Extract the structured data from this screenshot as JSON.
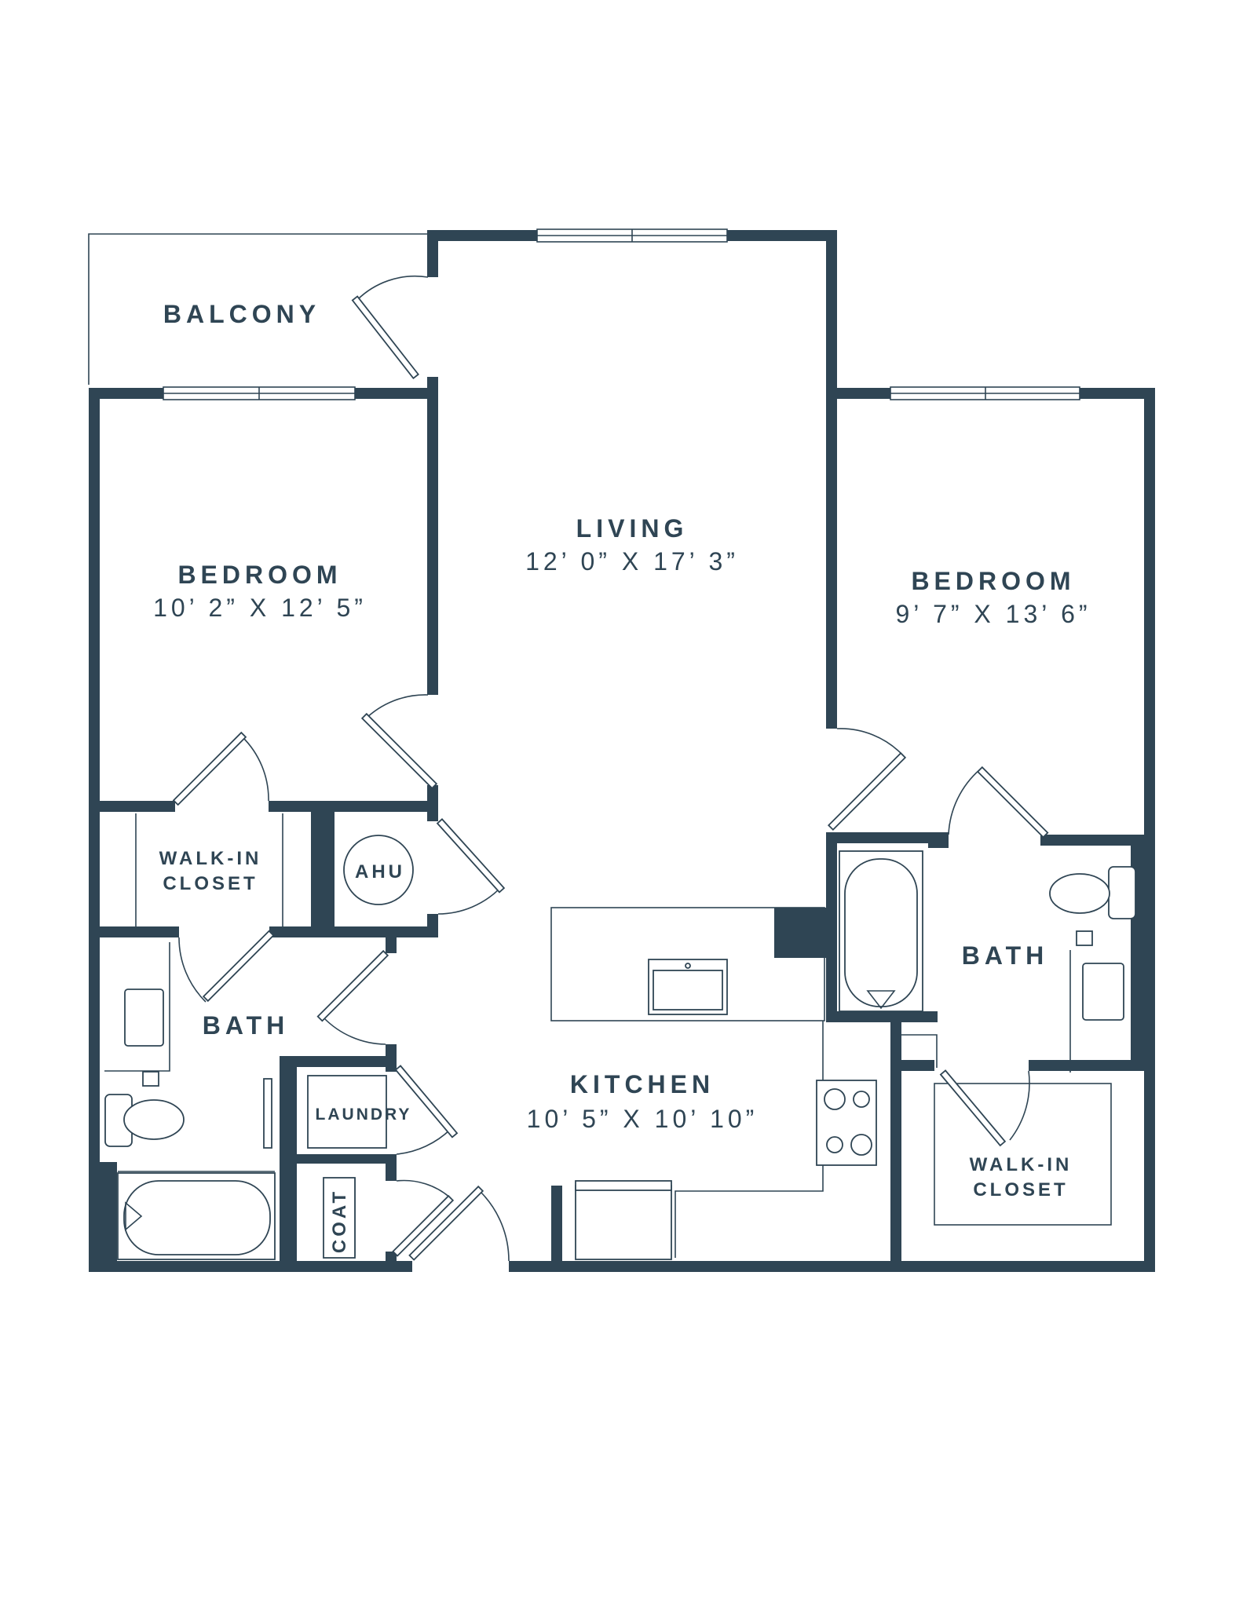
{
  "colors": {
    "wall": "#2f4554",
    "background": "#ffffff"
  },
  "rooms": {
    "balcony": {
      "name": "BALCONY"
    },
    "living": {
      "name": "LIVING",
      "size": "12’ 0” X 17’ 3”"
    },
    "bedroom_left": {
      "name": "BEDROOM",
      "size": "10’ 2” X 12’ 5”"
    },
    "bedroom_right": {
      "name": "BEDROOM",
      "size": "9’ 7” X 13’ 6”"
    },
    "walkin_left": {
      "name_line1": "WALK-IN",
      "name_line2": "CLOSET"
    },
    "ahu": {
      "name": "AHU"
    },
    "bath_left": {
      "name": "BATH"
    },
    "bath_right": {
      "name": "BATH"
    },
    "laundry": {
      "name": "LAUNDRY"
    },
    "coat": {
      "name": "COAT"
    },
    "kitchen": {
      "name": "KITCHEN",
      "size": "10’ 5” X 10’ 10”"
    },
    "walkin_right": {
      "name_line1": "WALK-IN",
      "name_line2": "CLOSET"
    }
  }
}
